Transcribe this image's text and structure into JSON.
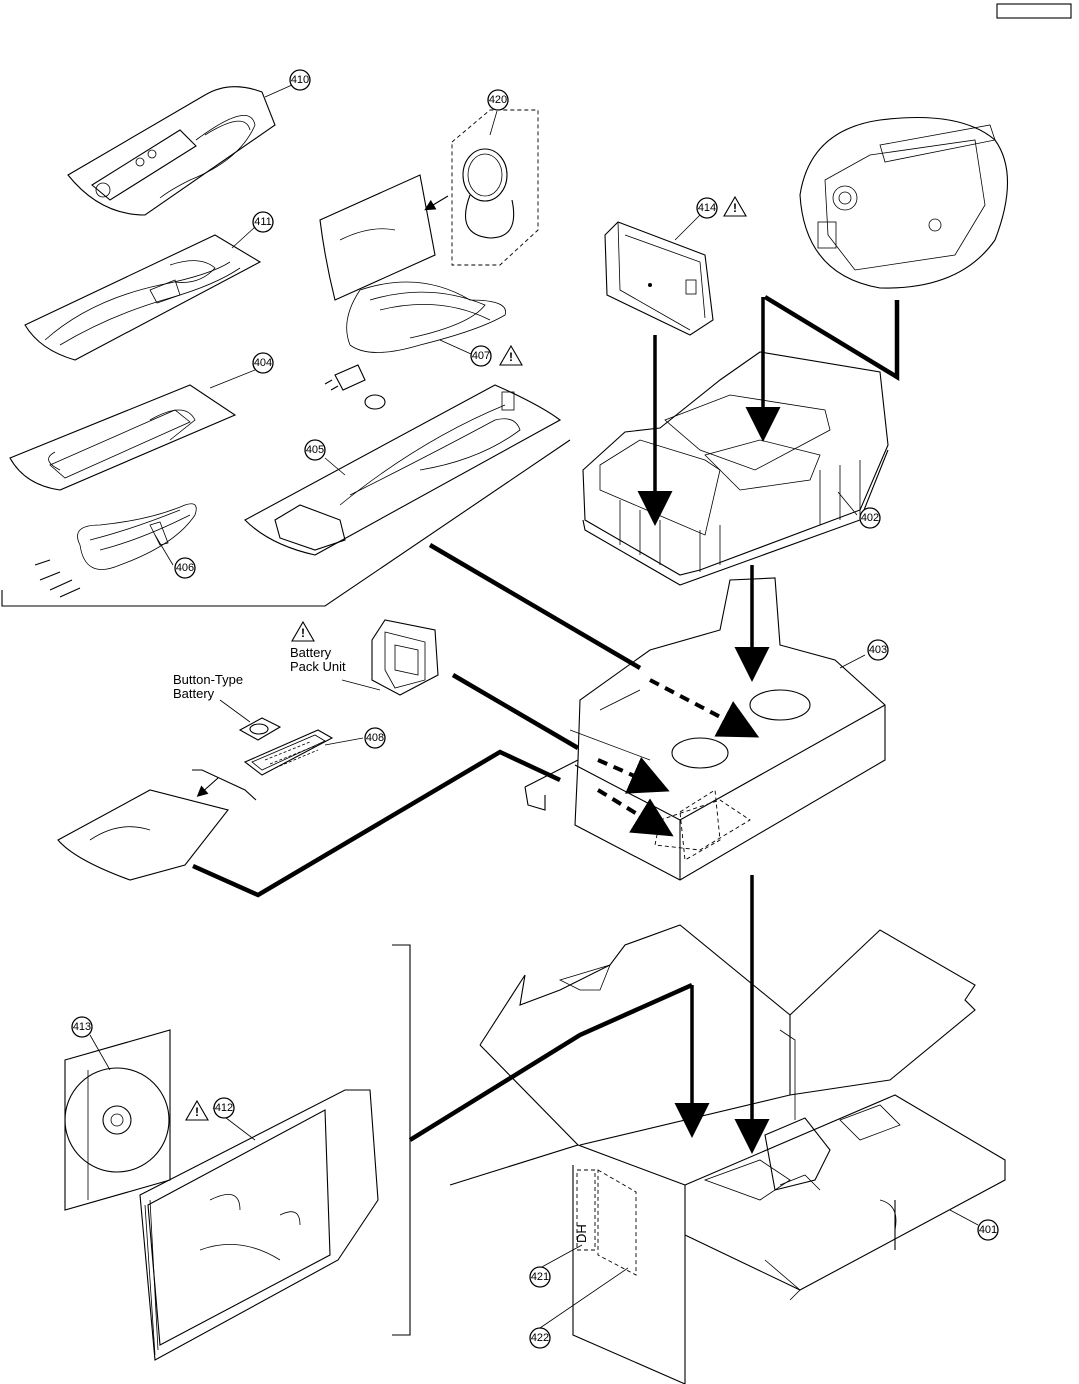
{
  "callouts": {
    "c410": "410",
    "c420": "420",
    "c411": "411",
    "c414": "414",
    "c404": "404",
    "c407": "407",
    "c405": "405",
    "c402": "402",
    "c406": "406",
    "c403": "403",
    "c408": "408",
    "c413": "413",
    "c412": "412",
    "c401": "401",
    "c421": "421",
    "c422": "422"
  },
  "labels": {
    "battery_pack_line1": "Battery",
    "battery_pack_line2": "Pack Unit",
    "button_battery_line1": "Button-Type",
    "button_battery_line2": "Battery",
    "box_print": "DH"
  },
  "icons": {
    "warning": "warning-triangle-icon"
  }
}
